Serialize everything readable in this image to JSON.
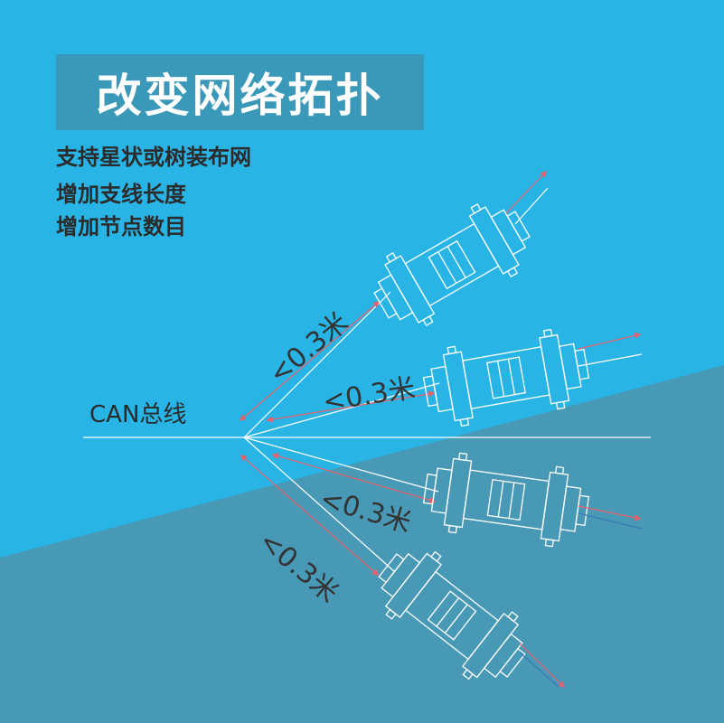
{
  "title": "改变网络拓扑",
  "features": [
    "支持星状或树装布网",
    "增加支线长度",
    "增加节点数目"
  ],
  "bus_label": "CAN总线",
  "branches": [
    {
      "distance_label": "<0.3米"
    },
    {
      "distance_label": "<0.3米"
    },
    {
      "distance_label": "<0.3米"
    },
    {
      "distance_label": "<0.3米"
    }
  ],
  "colors": {
    "background_light": "#29b4e6",
    "background_dark": "#4899b6",
    "title_box": "#3a98b8",
    "arrow": "#e8606a",
    "line": "#ffffff"
  }
}
